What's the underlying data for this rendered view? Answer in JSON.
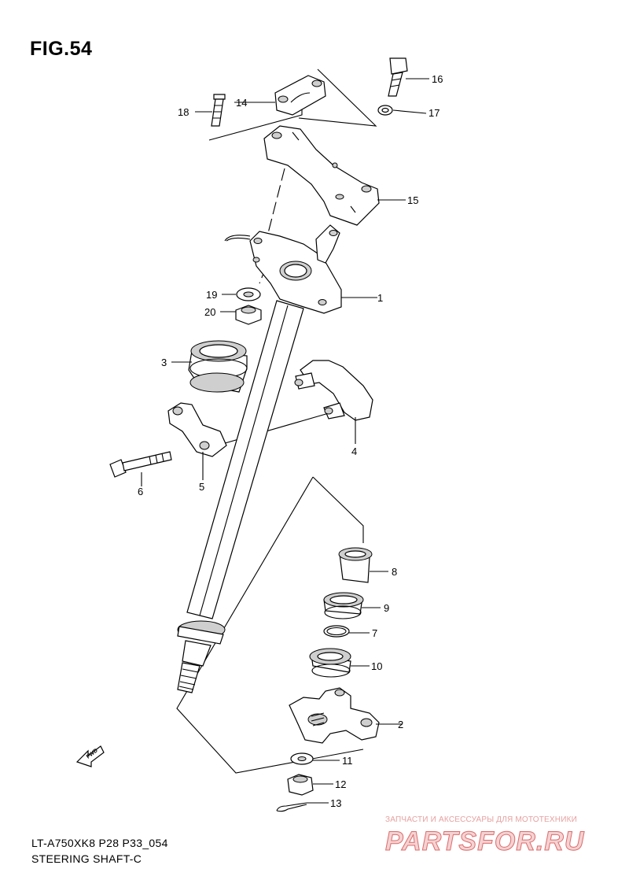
{
  "figure": {
    "title": "FIG.54",
    "model_code": "LT-A750XK8 P28 P33_054",
    "subtitle": "STEERING SHAFT-C"
  },
  "fwd_label": "FWD",
  "watermark": {
    "top_text": "ЗАПЧАСТИ И АКСЕССУАРЫ ДЛЯ МОТОТЕХНИКИ",
    "brand": "PARTSFOR.RU"
  },
  "callouts": {
    "c1": "1",
    "c2": "2",
    "c3": "3",
    "c4": "4",
    "c5": "5",
    "c6": "6",
    "c7": "7",
    "c8": "8",
    "c9": "9",
    "c10": "10",
    "c11": "11",
    "c12": "12",
    "c13": "13",
    "c14": "14",
    "c15": "15",
    "c16": "16",
    "c17": "17",
    "c18": "18",
    "c19": "19",
    "c20": "20"
  }
}
